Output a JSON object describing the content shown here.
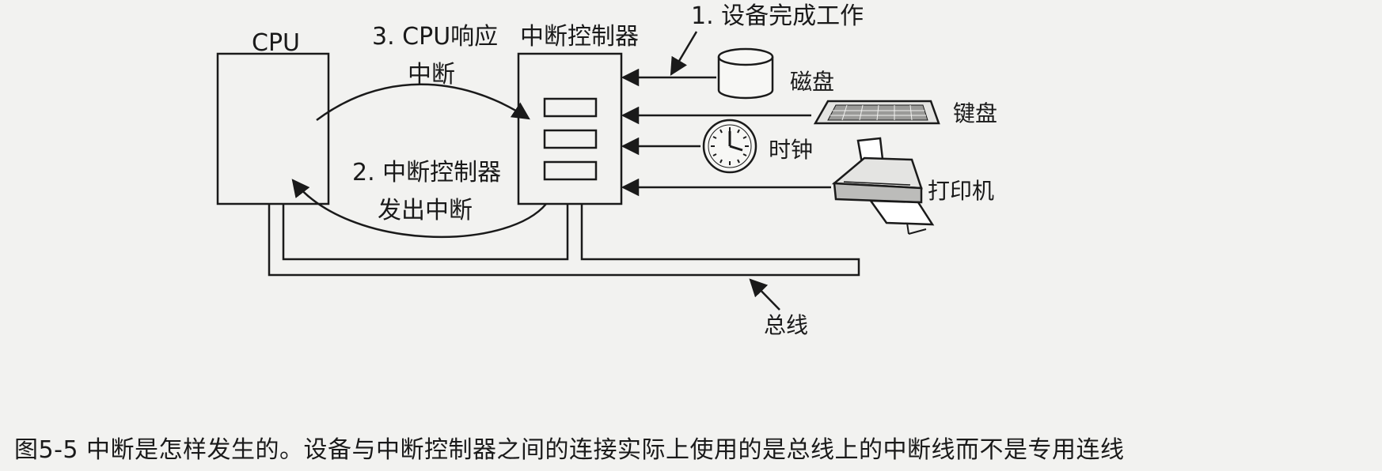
{
  "labels": {
    "cpu": "CPU",
    "controller": "中断控制器",
    "step1": "1. 设备完成工作",
    "step2_line1": "2. 中断控制器",
    "step2_line2": "发出中断",
    "step3_line1": "3. CPU响应",
    "step3_line2": "中断",
    "disk": "磁盘",
    "keyboard": "键盘",
    "clock": "时钟",
    "printer": "打印机",
    "bus": "总线"
  },
  "caption": "图5-5  中断是怎样发生的。设备与中断控制器之间的连接实际上使用的是总线上的中断线而不是专用连线",
  "colors": {
    "stroke": "#1a1a1a",
    "background": "#f2f2f0"
  },
  "icons": [
    "disk-icon",
    "keyboard-icon",
    "clock-icon",
    "printer-icon"
  ]
}
